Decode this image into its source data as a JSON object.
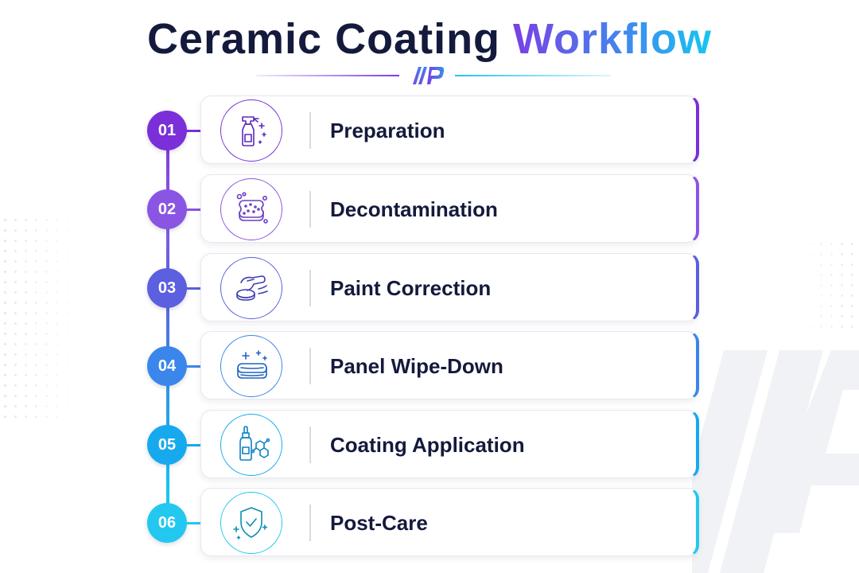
{
  "title": {
    "part1": "Ceramic Coating ",
    "part2": "Workflow"
  },
  "steps": [
    {
      "number": "01",
      "label": "Preparation",
      "icon": "spray-bottle-icon",
      "color": "#7a2fd9"
    },
    {
      "number": "02",
      "label": "Decontamination",
      "icon": "sponge-icon",
      "color": "#8a55e3"
    },
    {
      "number": "03",
      "label": "Paint Correction",
      "icon": "polisher-icon",
      "color": "#5b5fe0"
    },
    {
      "number": "04",
      "label": "Panel Wipe-Down",
      "icon": "towel-icon",
      "color": "#3a86ea"
    },
    {
      "number": "05",
      "label": "Coating Application",
      "icon": "dropper-bottle-icon",
      "color": "#17a9ee"
    },
    {
      "number": "06",
      "label": "Post-Care",
      "icon": "shield-check-icon",
      "color": "#22c8ef"
    }
  ]
}
